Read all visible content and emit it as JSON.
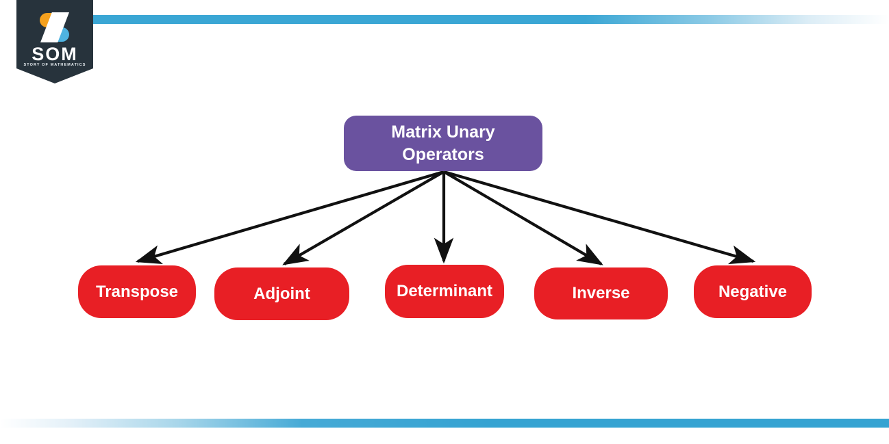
{
  "branding": {
    "logo_word": "SOM",
    "logo_tagline": "STORY OF MATHEMATICS",
    "shield_color": "#27333c",
    "mark_orange": "#f5a11e",
    "mark_blue": "#4fb3e0",
    "stripe_color": "#35a3d2"
  },
  "diagram": {
    "type": "tree",
    "root": {
      "label": "Matrix Unary Operators",
      "line1": "Matrix Unary",
      "line2": "Operators",
      "color": "#6a529f",
      "text_color": "#ffffff"
    },
    "leaf_color": "#e81f25",
    "leaf_text_color": "#ffffff",
    "arrow_color": "#000000",
    "children": [
      {
        "label": "Transpose"
      },
      {
        "label": "Adjoint"
      },
      {
        "label": "Determinant"
      },
      {
        "label": "Inverse"
      },
      {
        "label": "Negative"
      }
    ]
  }
}
